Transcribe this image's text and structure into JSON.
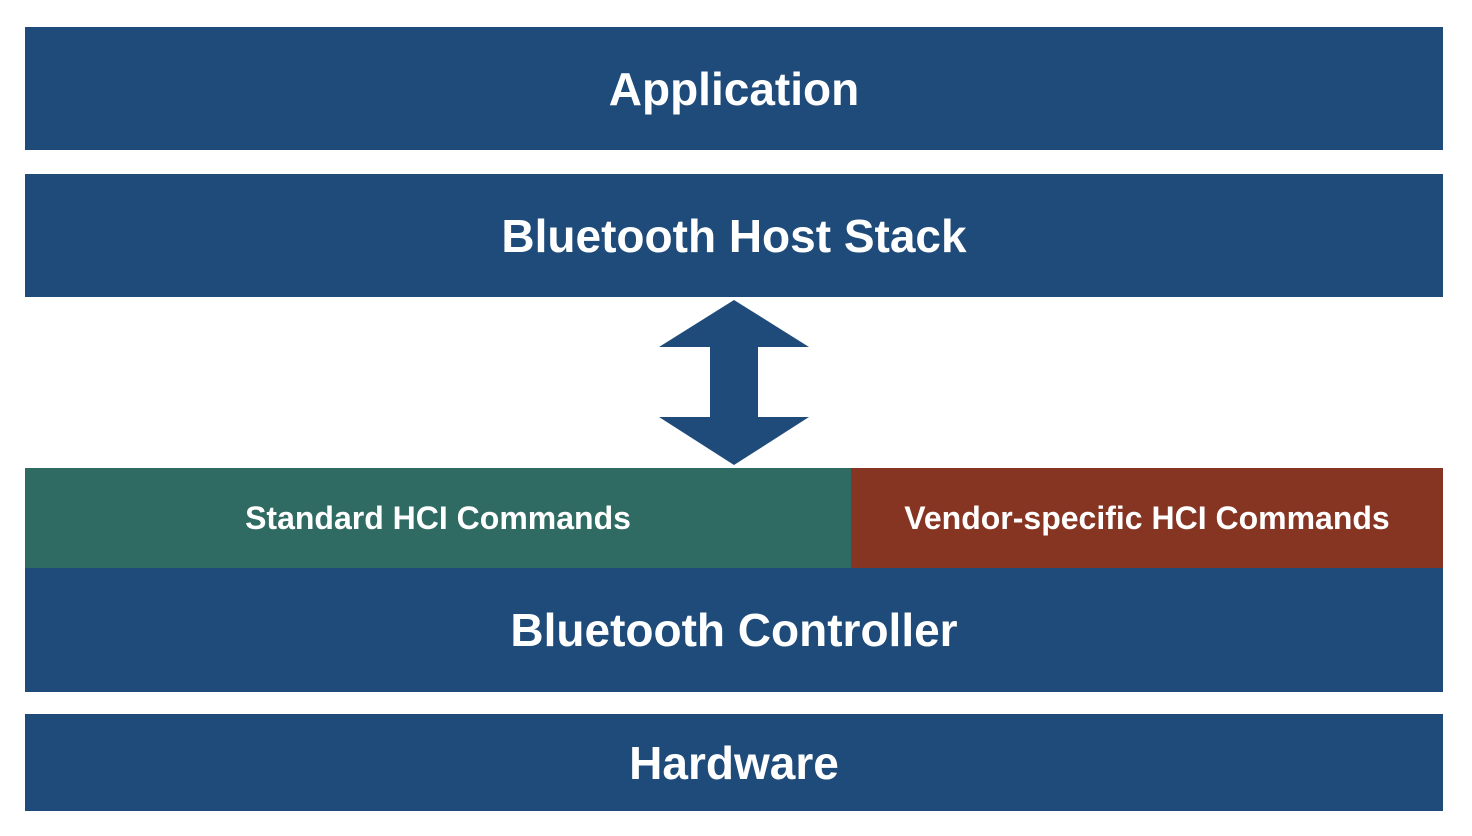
{
  "colors": {
    "layer_blue": "#1f4b7a",
    "standard_green": "#2f6b62",
    "vendor_red": "#863522",
    "text": "#ffffff"
  },
  "layers": {
    "application": "Application",
    "host_stack": "Bluetooth Host Stack",
    "controller": "Bluetooth Controller",
    "hardware": "Hardware"
  },
  "hci": {
    "standard": "Standard HCI Commands",
    "vendor": "Vendor-specific HCI Commands"
  },
  "icons": {
    "connector": "double-headed-arrow-icon"
  }
}
